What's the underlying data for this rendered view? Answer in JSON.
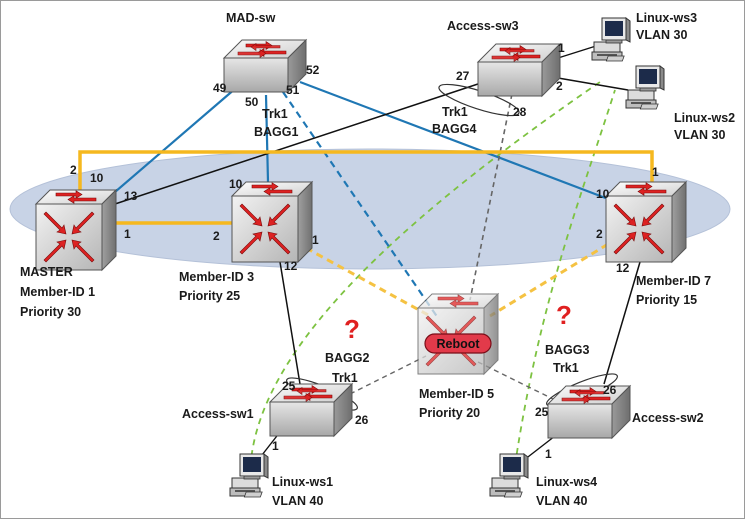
{
  "nodes": {
    "mad_sw": {
      "name": "MAD-sw"
    },
    "access_sw3": {
      "name": "Access-sw3"
    },
    "linux_ws3": {
      "name": "Linux-ws3",
      "vlan": "VLAN 30"
    },
    "linux_ws2": {
      "name": "Linux-ws2",
      "vlan": "VLAN 30"
    },
    "master": {
      "line1": "MASTER",
      "line2": "Member-ID 1",
      "line3": "Priority 30"
    },
    "member3": {
      "line1": "Member-ID 3",
      "line2": "Priority 25"
    },
    "member7": {
      "line1": "Member-ID 7",
      "line2": "Priority 15"
    },
    "member5": {
      "line1": "Member-ID 5",
      "line2": "Priority 20",
      "badge": "Reboot"
    },
    "access_sw1": {
      "name": "Access-sw1"
    },
    "access_sw2": {
      "name": "Access-sw2"
    },
    "linux_ws1": {
      "name": "Linux-ws1",
      "vlan": "VLAN 40"
    },
    "linux_ws4": {
      "name": "Linux-ws4",
      "vlan": "VLAN 40"
    }
  },
  "trunks": {
    "mad": {
      "trk": "Trk1",
      "bagg": "BAGG1"
    },
    "access3": {
      "trk": "Trk1",
      "bagg": "BAGG4"
    },
    "access1": {
      "bagg": "BAGG2",
      "trk": "Trk1"
    },
    "access2": {
      "bagg": "BAGG3",
      "trk": "Trk1"
    }
  },
  "ports": {
    "mad_49": "49",
    "mad_50": "50",
    "mad_51": "51",
    "mad_52": "52",
    "a3_27": "27",
    "a3_28": "28",
    "a3_1": "1",
    "a3_2": "2",
    "m1_2": "2",
    "m1_10": "10",
    "m1_13": "13",
    "m1_1": "1",
    "m3_10": "10",
    "m3_2": "2",
    "m3_1": "1",
    "m3_12": "12",
    "m7_1": "1",
    "m7_10": "10",
    "m7_2": "2",
    "m7_12": "12",
    "a1_25": "25",
    "a1_26": "26",
    "a1_1": "1",
    "a2_26": "26",
    "a2_25": "25",
    "a2_1": "1"
  },
  "question_mark": "?",
  "colors": {
    "irf_orange": "#f5b81f",
    "mad_blue": "#1f77b4",
    "peer_dashed_orange": "#f5c242",
    "traffic_green": "#7dc241",
    "question_red": "#e02020",
    "reboot_red": "#e23a4a",
    "stack_ellipse": "#c8d3e6"
  }
}
